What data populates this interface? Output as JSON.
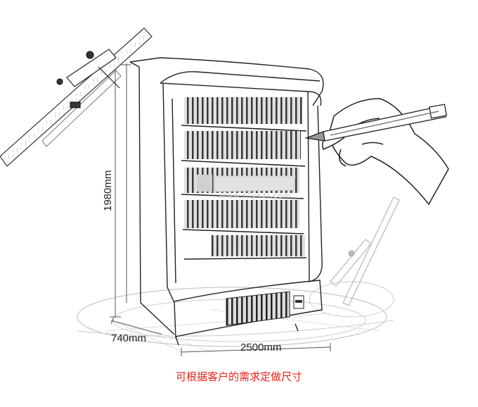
{
  "dimensions": {
    "height": "1980mm",
    "depth": "740mm",
    "width": "2500mm"
  },
  "watermark": {
    "url": "www.hfykzl.com"
  },
  "caption": "可根据客户的需求定做尺寸",
  "icons": [
    "pencil-icon",
    "hand-icon",
    "ruler-icon",
    "caliper-icon"
  ]
}
